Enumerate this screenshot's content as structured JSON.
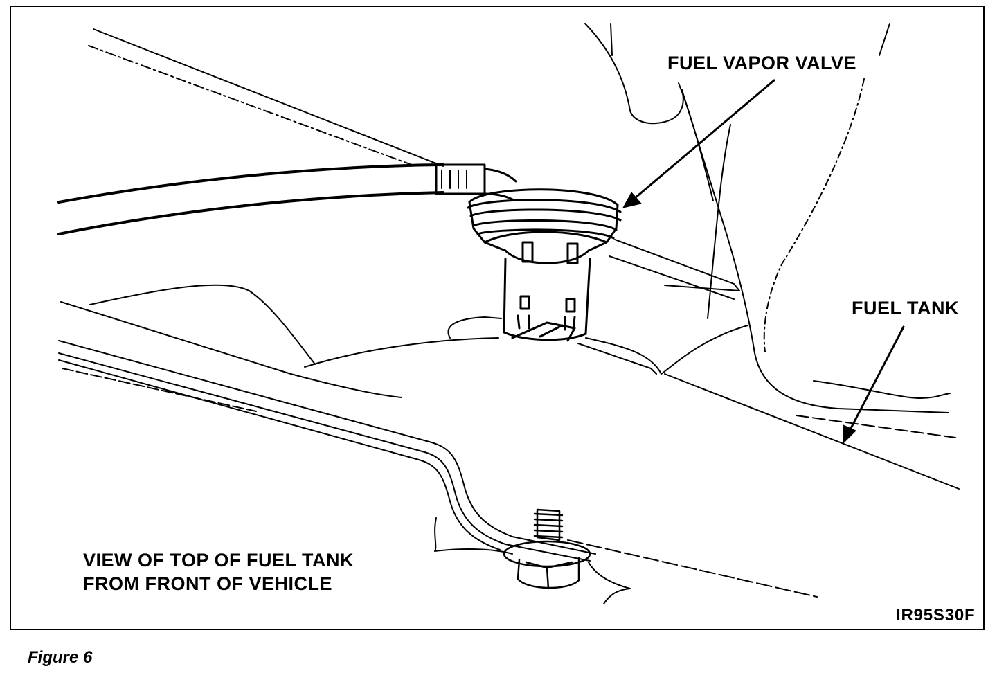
{
  "figure": {
    "caption": "Figure 6",
    "code": "IR95S30F"
  },
  "labels": {
    "fuel_vapor_valve": "FUEL VAPOR VALVE",
    "fuel_tank": "FUEL TANK",
    "view_line1": "VIEW OF TOP OF FUEL TANK",
    "view_line2": "FROM FRONT OF VEHICLE"
  },
  "colors": {
    "ink": "#000000",
    "paper": "#ffffff"
  }
}
